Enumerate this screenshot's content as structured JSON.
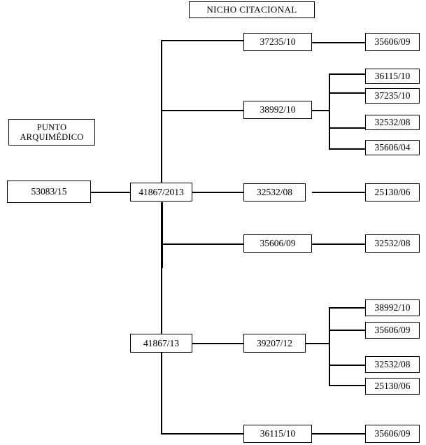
{
  "diagram": {
    "type": "tree-diagram",
    "title_box": {
      "label": "NICHO CITACIONAL"
    },
    "root_label_box": {
      "label": "PUNTO\nARQUIMÉDICO"
    },
    "nodes": {
      "root": {
        "label": "53083/15"
      },
      "hub1": {
        "label": "41867/2013"
      },
      "b1": {
        "label": "37235/10"
      },
      "b1c1": {
        "label": "35606/09"
      },
      "b2": {
        "label": "38992/10"
      },
      "b2c1": {
        "label": "36115/10"
      },
      "b2c2": {
        "label": "37235/10"
      },
      "b2c3": {
        "label": "32532/08"
      },
      "b2c4": {
        "label": "35606/04"
      },
      "b3": {
        "label": "32532/08"
      },
      "b3c1": {
        "label": "25130/06"
      },
      "b4": {
        "label": "35606/09"
      },
      "b4c1": {
        "label": "32532/08"
      },
      "hub2": {
        "label": "41867/13"
      },
      "b5": {
        "label": "39207/12"
      },
      "b5c1": {
        "label": "38992/10"
      },
      "b5c2": {
        "label": "35606/09"
      },
      "b5c3": {
        "label": "32532/08"
      },
      "b5c4": {
        "label": "25130/06"
      },
      "b6": {
        "label": "36115/10"
      },
      "b6c1": {
        "label": "35606/09"
      }
    },
    "colors": {
      "line": "#000000",
      "box_border": "#000000",
      "background": "#ffffff",
      "text": "#000000"
    }
  }
}
